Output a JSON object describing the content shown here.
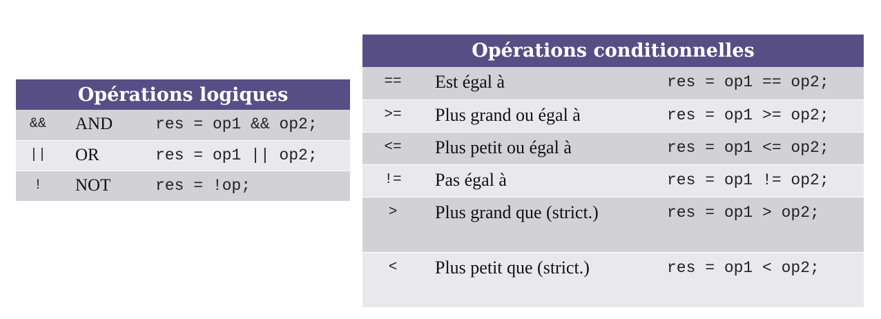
{
  "logic": {
    "title": "Opérations logiques",
    "rows": [
      {
        "symbol": "&&",
        "name": "AND",
        "example": "res = op1 && op2;"
      },
      {
        "symbol": "||",
        "name": "OR",
        "example": "res = op1 || op2;"
      },
      {
        "symbol": "!",
        "name": "NOT",
        "example": "res = !op;"
      }
    ]
  },
  "cond": {
    "title": "Opérations conditionnelles",
    "rows": [
      {
        "symbol": "==",
        "name": "Est égal à",
        "example": "res = op1 == op2;"
      },
      {
        "symbol": ">=",
        "name": "Plus grand ou égal à",
        "example": "res = op1 >= op2;"
      },
      {
        "symbol": "<=",
        "name": "Plus petit ou égal à",
        "example": "res = op1 <= op2;"
      },
      {
        "symbol": "!=",
        "name": "Pas égal à",
        "example": "res = op1 != op2;"
      },
      {
        "symbol": ">",
        "name": "Plus grand que (strict.)",
        "example": "res = op1 > op2;"
      },
      {
        "symbol": "<",
        "name": "Plus petit que (strict.)",
        "example": "res = op1 < op2;"
      }
    ]
  },
  "colors": {
    "header": "#574e86",
    "row_dark": "#d1d1d6",
    "row_light": "#e9e9ed"
  }
}
